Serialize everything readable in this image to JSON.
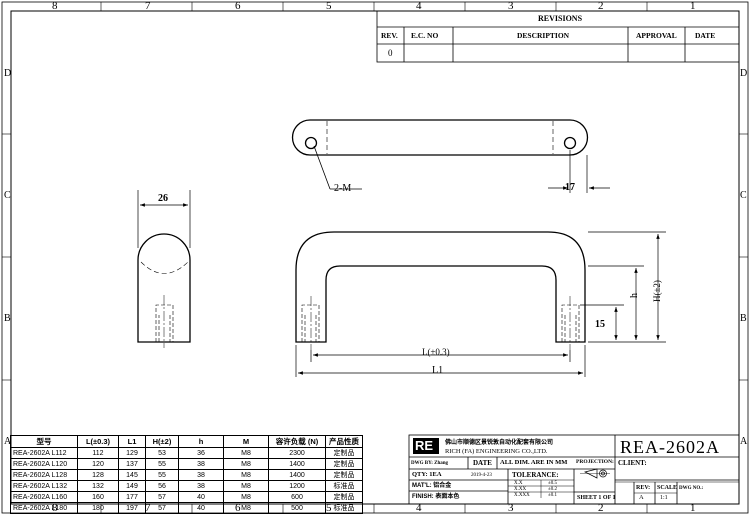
{
  "border_zones": {
    "columns": [
      "8",
      "7",
      "6",
      "5",
      "4",
      "3",
      "2",
      "1"
    ],
    "rows": [
      "D",
      "C",
      "B",
      "A"
    ]
  },
  "revisions": {
    "title": "REVISIONS",
    "headers": [
      "REV.",
      "E.C. NO",
      "DESCRIPTION",
      "APPROVAL",
      "DATE"
    ],
    "row": [
      "0",
      "",
      "",
      "",
      ""
    ]
  },
  "dimensions": {
    "hole_label": "2-M",
    "hole_spacing": "17",
    "width_26": "26",
    "height_15": "15",
    "l_tol": "L(±0.3)",
    "l1": "L1",
    "h": "h",
    "h_tol": "H(±2)"
  },
  "parts_table": {
    "headers": [
      "型号",
      "L(±0.3)",
      "L1",
      "H(±2)",
      "h",
      "M",
      "容许负载 (N)",
      "产品性质"
    ],
    "rows": [
      [
        "REA-2602A L112",
        "112",
        "129",
        "53",
        "36",
        "M8",
        "2300",
        "定制品"
      ],
      [
        "REA-2602A L120",
        "120",
        "137",
        "55",
        "38",
        "M8",
        "1400",
        "定制品"
      ],
      [
        "REA-2602A L128",
        "128",
        "145",
        "55",
        "38",
        "M8",
        "1400",
        "定制品"
      ],
      [
        "REA-2602A L132",
        "132",
        "149",
        "56",
        "38",
        "M8",
        "1200",
        "标准品"
      ],
      [
        "REA-2602A L160",
        "160",
        "177",
        "57",
        "40",
        "M8",
        "600",
        "定制品"
      ],
      [
        "REA-2602A L180",
        "180",
        "197",
        "57",
        "40",
        "M8",
        "500",
        "标准品"
      ]
    ]
  },
  "title_block": {
    "logo": "RE",
    "company_cn": "佛山市顺德区景锐敦自动化配套有限公司",
    "company_en": "RICH (FA) ENGINEERING CO.,LTD.",
    "part_number": "REA-2602A",
    "dwg_by": "DWG BY: Zhang",
    "date_label": "DATE",
    "date_value": "2019-4-23",
    "units": "ALL DIM. ARE IN MM",
    "qty": "QTY: 1EA",
    "tolerance": "TOLERANCE:",
    "tol_rows": [
      [
        "X.X",
        "±0.5"
      ],
      [
        "X.XX",
        "±0.2"
      ],
      [
        "X.XXX",
        "±0.1"
      ]
    ],
    "matl": "MAT'L: 铝合金",
    "finish": "FINISH: 表面本色",
    "projection": "PROJECTION:",
    "client": "CLIENT:",
    "rev_label": "REV:",
    "rev_value": "A",
    "scale_label": "SCALE",
    "scale_value": "1:1",
    "dwg_no": "DWG NO.:",
    "sheet": "SHEET 1 OF 1"
  }
}
